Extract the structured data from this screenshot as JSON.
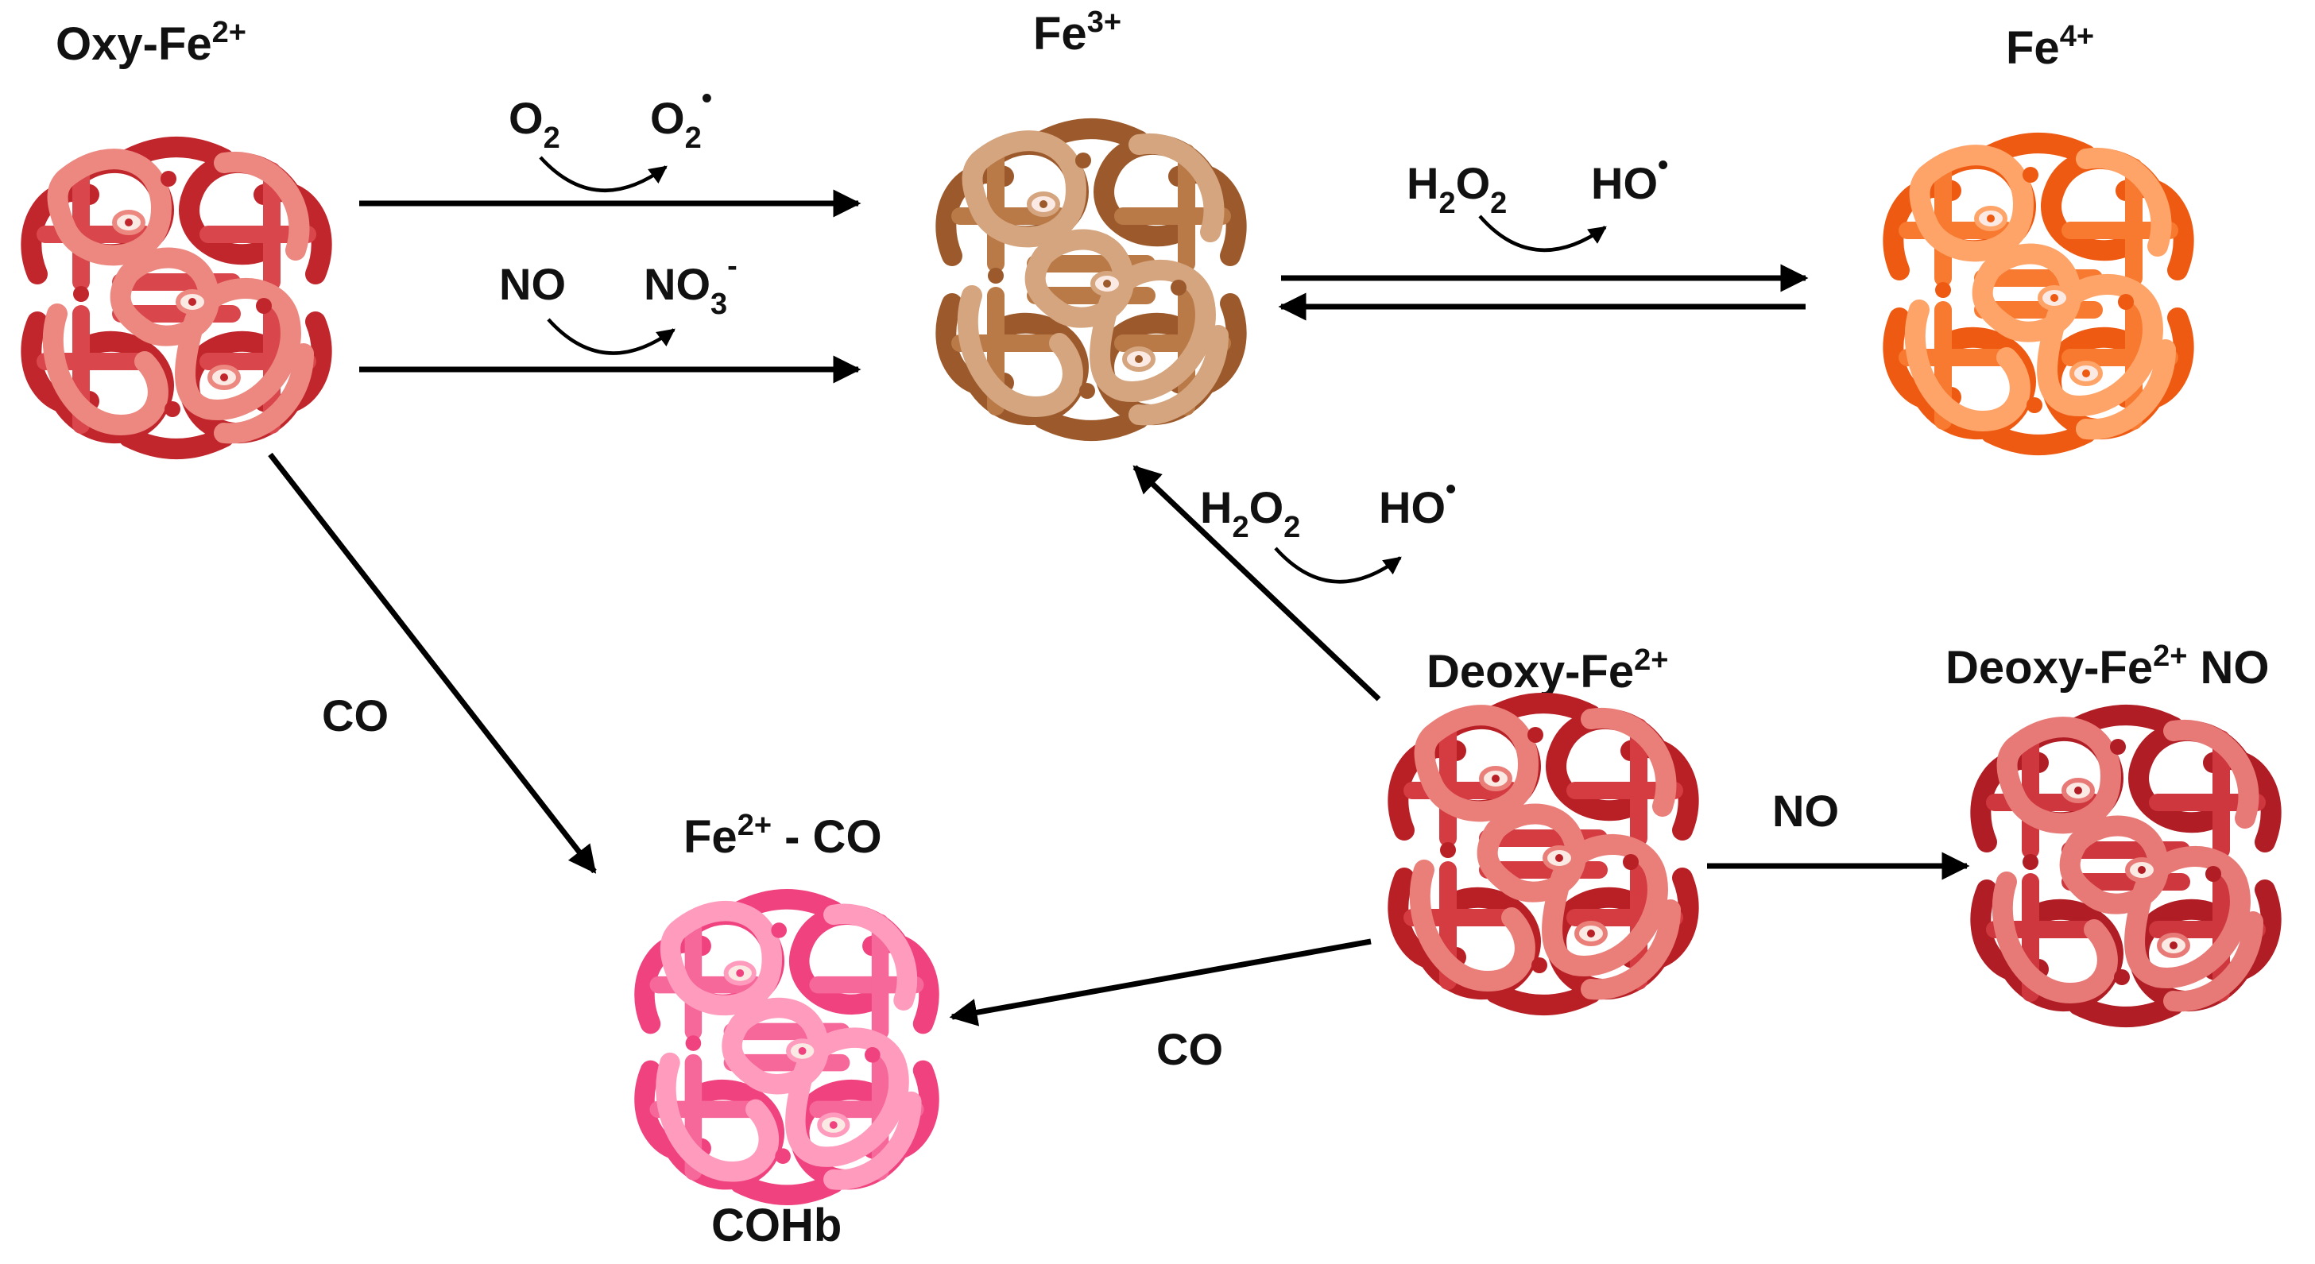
{
  "molecules": {
    "oxy": {
      "main": "Oxy-Fe",
      "sup": "2+",
      "color_dark": "#c0262c",
      "color_mid": "#d9474c",
      "color_light": "#ec8880"
    },
    "fe3": {
      "main": "Fe",
      "sup": "3+",
      "color_dark": "#9c5a2c",
      "color_mid": "#b97a48",
      "color_light": "#d4a57e"
    },
    "fe4": {
      "main": "Fe",
      "sup": "4+",
      "color_dark": "#ee5a12",
      "color_mid": "#f77a30",
      "color_light": "#ffa468"
    },
    "deoxy": {
      "main": "Deoxy-Fe",
      "sup": "2+",
      "color_dark": "#b82026",
      "color_mid": "#d43c42",
      "color_light": "#ea7f7a"
    },
    "deoxyno": {
      "main": "Deoxy-Fe",
      "sup": "2+",
      "suffix": " NO",
      "color_dark": "#b01d24",
      "color_mid": "#cf373e",
      "color_light": "#e77a76"
    },
    "feco": {
      "main": "Fe",
      "sup": "2+",
      "suffix": " - CO",
      "caption": "COHb",
      "color_dark": "#f0427e",
      "color_mid": "#f6679a",
      "color_light": "#ff9cbe"
    }
  },
  "reactions": {
    "o2": {
      "reactant": "O",
      "reactant_sub": "2",
      "product": "O",
      "product_sub": "2",
      "product_sup": "•"
    },
    "no": {
      "reactant": "NO",
      "product": "NO",
      "product_sub": "3",
      "product_sup": "-"
    },
    "h2o2_top": {
      "reactant_a": "H",
      "reactant_sub_a": "2",
      "reactant_b": "O",
      "reactant_sub_b": "2",
      "product": "HO",
      "product_sup": "•"
    },
    "h2o2_mid": {
      "reactant_a": "H",
      "reactant_sub_a": "2",
      "reactant_b": "O",
      "reactant_sub_b": "2",
      "product": "HO",
      "product_sup": "•"
    },
    "co_left": {
      "label": "CO"
    },
    "co_bottom": {
      "label": "CO"
    },
    "no_right": {
      "label": "NO"
    }
  }
}
